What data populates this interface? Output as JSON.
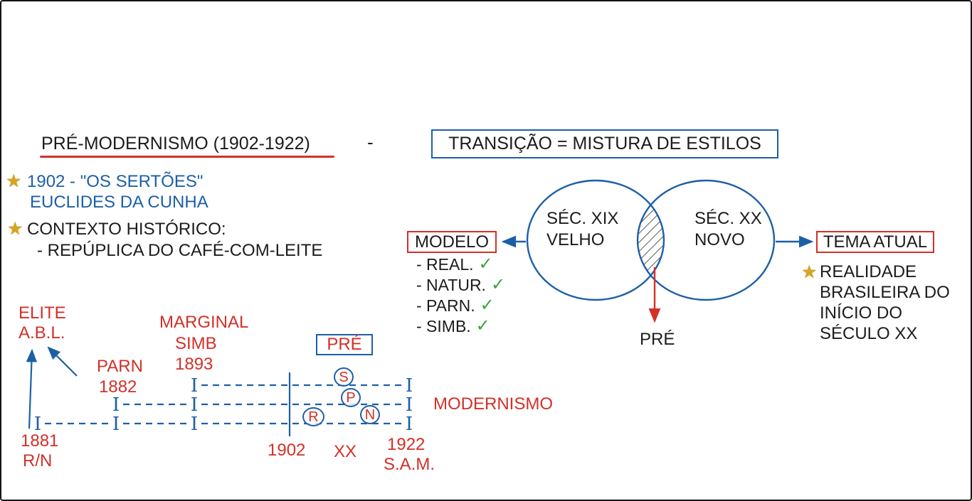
{
  "colors": {
    "blue": "#1d5fa7",
    "red": "#d33028",
    "black": "#1c1c1c",
    "gold": "#d9a41f",
    "green": "#3aa23a"
  },
  "header": {
    "title": "PRÉ-MODERNISMO (1902-1922)",
    "dash": "-",
    "transition": "TRANSIÇÃO = MISTURA DE ESTILOS"
  },
  "notes": {
    "star": "★",
    "sertoes_1": "1902 - \"OS SERTÕES\"",
    "sertoes_2": "EUCLIDES DA CUNHA",
    "contexto_1": "CONTEXTO HISTÓRICO:",
    "contexto_2": "- REPÚPLICA DO CAFÉ-COM-LEITE"
  },
  "venn": {
    "left_1": "SÉC. XIX",
    "left_2": "VELHO",
    "right_1": "SÉC. XX",
    "right_2": "NOVO",
    "modelo": "MODELO",
    "modelo_items": [
      "- REAL.",
      "- NATUR.",
      "- PARN.",
      "- SIMB."
    ],
    "check": "✓",
    "tema": "TEMA ATUAL",
    "tema_note": [
      "REALIDADE",
      "BRASILEIRA DO",
      "INÍCIO DO",
      "SÉCULO XX"
    ],
    "pre": "PRÉ"
  },
  "timeline": {
    "elite_1": "ELITE",
    "elite_2": "A.B.L.",
    "marginal": "MARGINAL",
    "simb": "SIMB",
    "y1893": "1893",
    "parn": "PARN",
    "y1882": "1882",
    "pre_box": "PRÉ",
    "modernismo": "MODERNISMO",
    "y1902": "1902",
    "xx": "XX",
    "y1922": "1922",
    "sam": "S.A.M.",
    "y1881": "1881",
    "rn": "R/N",
    "letters": [
      "S",
      "P",
      "R",
      "N"
    ],
    "tick": "I"
  }
}
